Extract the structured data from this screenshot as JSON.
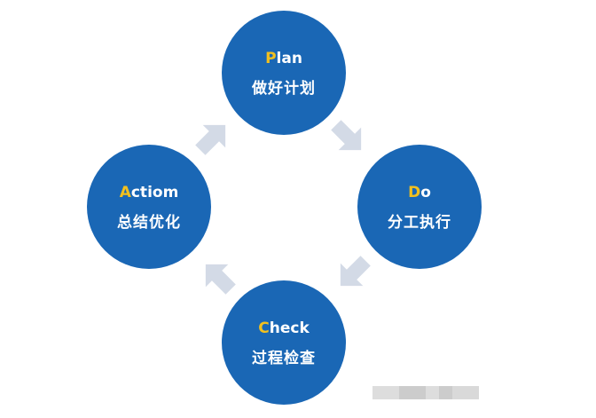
{
  "colors": {
    "circle": "#1a67b5",
    "accent": "#f2c01e",
    "arrow": "#d3dae6"
  },
  "steps": [
    {
      "first": "P",
      "rest": "lan",
      "cn": "做好计划"
    },
    {
      "first": "D",
      "rest": "o",
      "cn": "分工执行"
    },
    {
      "first": "C",
      "rest": "heck",
      "cn": "过程检查"
    },
    {
      "first": "A",
      "rest": "ctiom",
      "cn": "总结优化"
    }
  ]
}
